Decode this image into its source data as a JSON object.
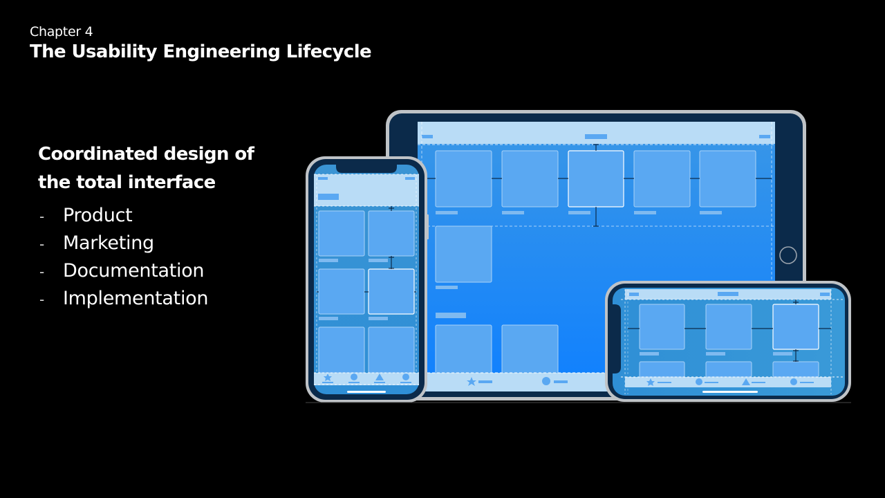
{
  "slide": {
    "chapter": "Chapter 4",
    "title": "The Usability Engineering Lifecycle",
    "heading": "Coordinated design of the total interface",
    "bullet_marker": "-",
    "bullets": [
      "Product",
      "Marketing",
      "Documentation",
      "Implementation"
    ]
  },
  "illustration": {
    "devices": [
      "tablet",
      "phone-portrait",
      "phone-landscape"
    ],
    "tab_bar_icons": [
      "star-icon",
      "circle-icon",
      "triangle-icon",
      "circle-icon"
    ],
    "colors": {
      "background": "#000000",
      "device_frame": "#bfc3c7",
      "device_body": "#0b2a4a",
      "screen_gradient_top": "#3f9ee8",
      "screen_gradient_bottom": "#0f7fff",
      "placeholder_tile": "#5aa8f2",
      "bar_fill": "#b9dcf6"
    }
  }
}
